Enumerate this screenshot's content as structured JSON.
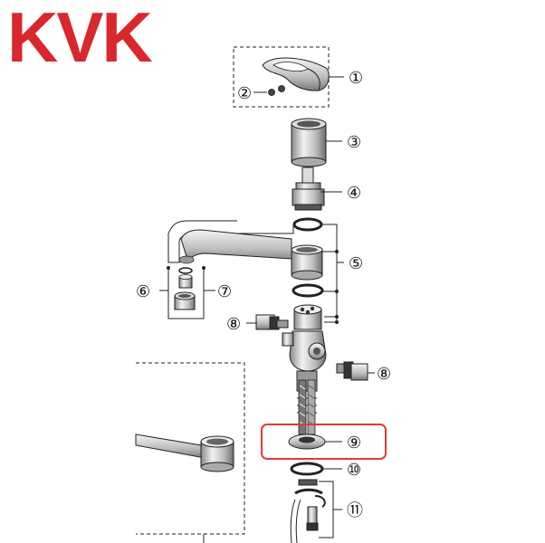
{
  "brand": {
    "name": "KVK",
    "color": "#d9272e"
  },
  "colors": {
    "line": "#222222",
    "highlight": "#e03a3a"
  },
  "callouts": [
    {
      "id": "handle",
      "label": "①",
      "icon": "lever-handle"
    },
    {
      "id": "set-screws",
      "label": "②",
      "icon": "set-screws"
    },
    {
      "id": "cover",
      "label": "③",
      "icon": "cylinder-cover"
    },
    {
      "id": "cartridge",
      "label": "④",
      "icon": "cartridge"
    },
    {
      "id": "spout-seal-set",
      "label": "⑤",
      "icon": "o-rings"
    },
    {
      "id": "aerator",
      "label": "⑥",
      "icon": "aerator"
    },
    {
      "id": "aerator-parts",
      "label": "⑦",
      "icon": "aerator-parts"
    },
    {
      "id": "hose-joint-left",
      "label": "⑧",
      "icon": "hose-fitting"
    },
    {
      "id": "hose-joint-right",
      "label": "⑧",
      "icon": "hose-fitting"
    },
    {
      "id": "base-gasket",
      "label": "⑨",
      "icon": "gasket",
      "highlighted": true
    },
    {
      "id": "washer",
      "label": "⑩",
      "icon": "washer"
    },
    {
      "id": "mounting-kit",
      "label": "⑪",
      "icon": "mounting-bracket"
    }
  ]
}
